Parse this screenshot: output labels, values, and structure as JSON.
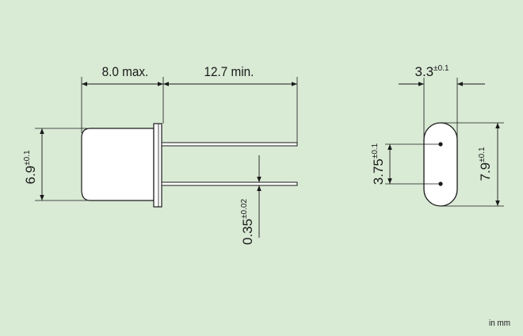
{
  "diagram": {
    "colors": {
      "background": "#d9ead5",
      "body_fill": "#ffffff",
      "line": "#1a1a1a"
    },
    "side_view": {
      "width_label": "8.0 max.",
      "lead_length_label": "12.7 min.",
      "height_value": "6.9",
      "height_tolerance": "±0.1",
      "lead_diameter_value": "0.35",
      "lead_diameter_tolerance": "±0.02"
    },
    "end_view": {
      "thickness_value": "3.3",
      "thickness_tolerance": "±0.1",
      "pin_pitch_value": "3.75",
      "pin_pitch_tolerance": "±0.1",
      "height_value": "7.9",
      "height_tolerance": "±0.1"
    },
    "units_note": "in mm"
  }
}
